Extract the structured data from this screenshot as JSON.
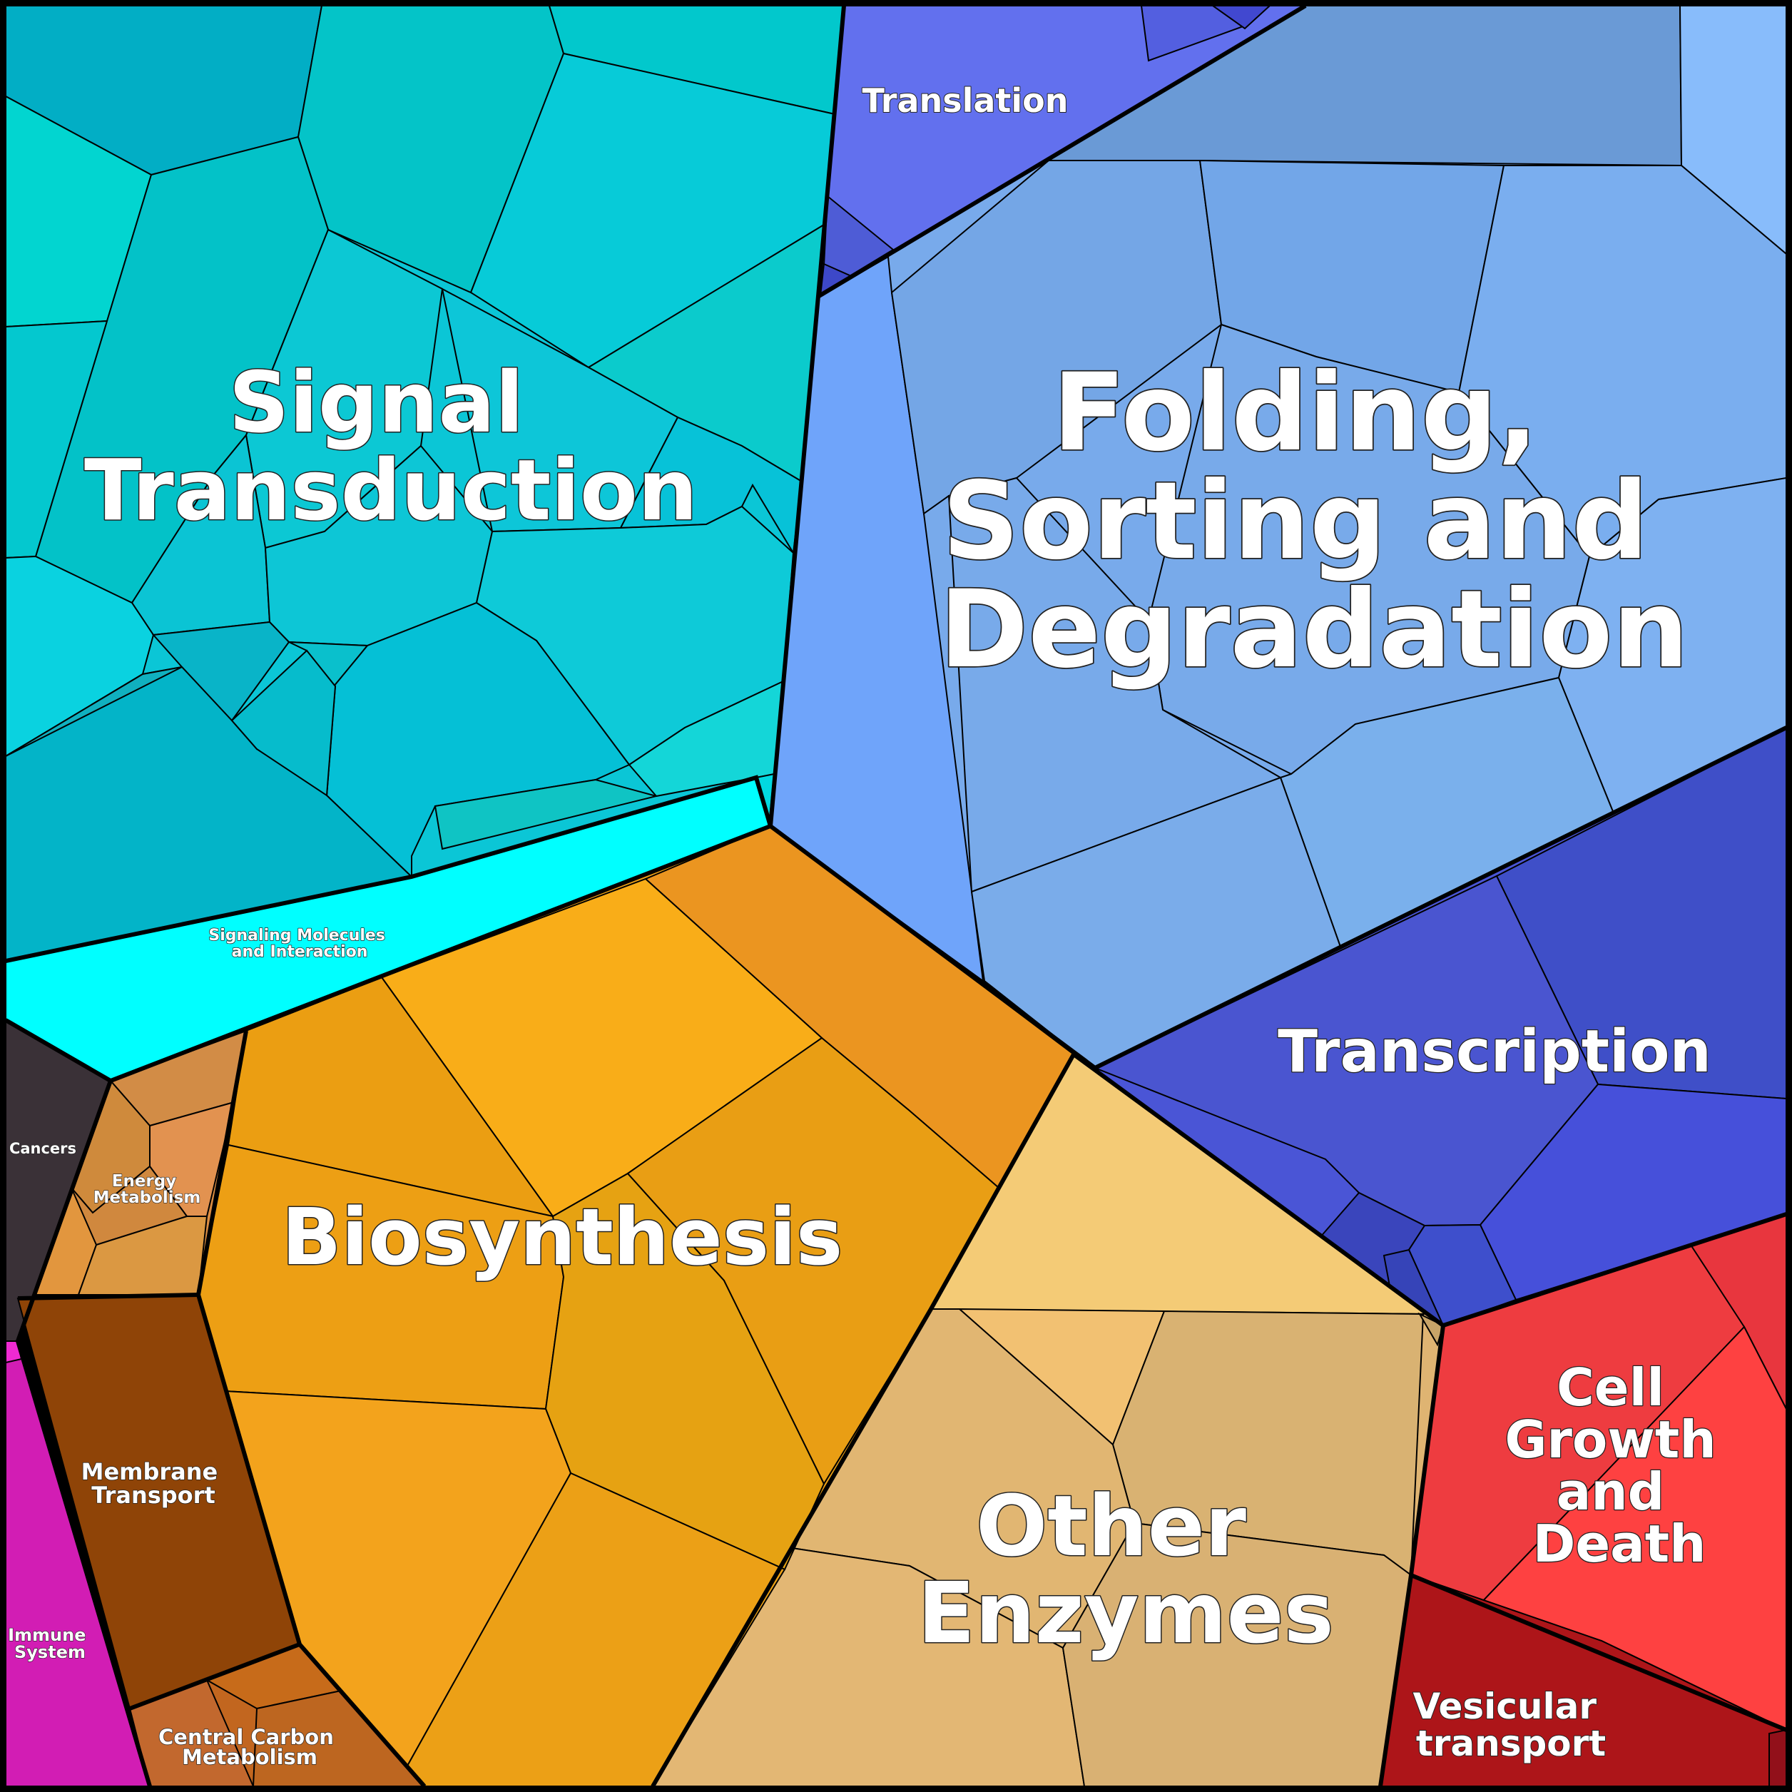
{
  "diagram": {
    "type": "voronoi-treemap",
    "categories": [
      {
        "id": "signal-transduction",
        "lines": [
          "Signal",
          "Transduction"
        ],
        "color": "#0bc6d6"
      },
      {
        "id": "signaling-molecules",
        "lines": [
          "Signaling Molecules",
          "and Interaction"
        ],
        "color": "#00ffff"
      },
      {
        "id": "translation",
        "lines": [
          "Translation"
        ],
        "color": "#6270ee"
      },
      {
        "id": "folding-sorting-degradation",
        "lines": [
          "Folding,",
          "Sorting and",
          "Degradation"
        ],
        "color": "#78aaeb"
      },
      {
        "id": "transcription",
        "lines": [
          "Transcription"
        ],
        "color": "#4a55d6"
      },
      {
        "id": "biosynthesis",
        "lines": [
          "Biosynthesis"
        ],
        "color": "#eca016"
      },
      {
        "id": "other-enzymes",
        "lines": [
          "Other",
          "Enzymes"
        ],
        "color": "#dfb472"
      },
      {
        "id": "cell-growth-death",
        "lines": [
          "Cell",
          "Growth",
          "and",
          "Death"
        ],
        "color": "#ee3c40"
      },
      {
        "id": "vesicular-transport",
        "lines": [
          "Vesicular",
          "transport"
        ],
        "color": "#ad1519"
      },
      {
        "id": "cancers",
        "lines": [
          "Cancers"
        ],
        "color": "#3a3137"
      },
      {
        "id": "energy-metabolism",
        "lines": [
          "Energy",
          "Metabolism"
        ],
        "color": "#d98c42"
      },
      {
        "id": "membrane-transport",
        "lines": [
          "Membrane",
          "Transport"
        ],
        "color": "#8f4407"
      },
      {
        "id": "central-carbon-metabolism",
        "lines": [
          "Central Carbon",
          "Metabolism"
        ],
        "color": "#c2661f"
      },
      {
        "id": "immune-system",
        "lines": [
          "Immune",
          "System"
        ],
        "color": "#d21db4"
      }
    ]
  }
}
